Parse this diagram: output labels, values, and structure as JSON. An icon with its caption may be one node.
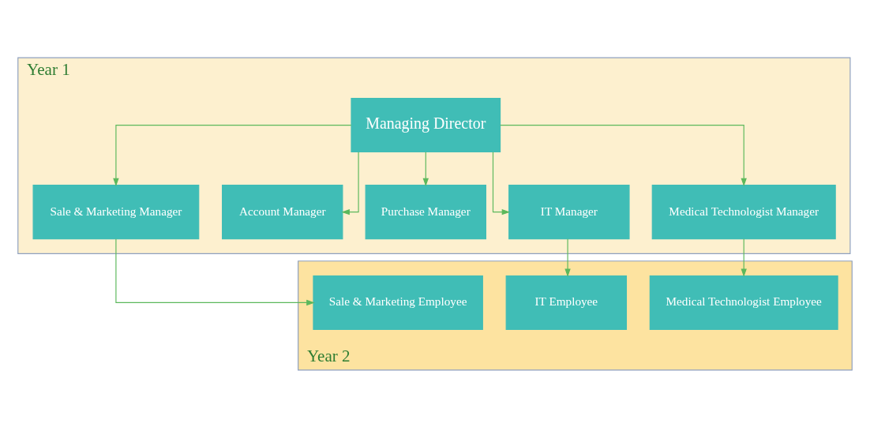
{
  "diagram": {
    "nodes": [
      {
        "text": [
          "Year 1"
        ]
      },
      {
        "text": [
          "Managing Director"
        ],
        "in": 0
      },
      {
        "text": [
          "Sale & Marketing Manager"
        ],
        "in": 0
      },
      {
        "text": [
          "Account Manager"
        ],
        "in": 0
      },
      {
        "text": [
          "Purchase Manager"
        ],
        "in": 0
      },
      {
        "text": [
          "IT Manager"
        ],
        "in": 0
      },
      {
        "text": [
          "Medical Technologist Manager"
        ],
        "in": 0
      },
      {
        "text": [
          "Year 2"
        ]
      },
      {
        "text": [
          "Sale & Marketing Employee"
        ],
        "in": 7
      },
      {
        "text": [
          "IT Employee"
        ],
        "in": 7
      },
      {
        "text": [
          "Medical Technologist Employee"
        ],
        "in": 7
      }
    ],
    "edges": [
      {
        "from": 1,
        "to": 2,
        "arrow": "to"
      },
      {
        "from": 1,
        "to": 3,
        "arrow": "to"
      },
      {
        "from": 1,
        "to": 4,
        "arrow": "to"
      },
      {
        "from": 1,
        "to": 5,
        "arrow": "to"
      },
      {
        "from": 1,
        "to": 6,
        "arrow": "to"
      },
      {
        "from": 2,
        "to": 8,
        "arrow": "to"
      },
      {
        "from": 5,
        "to": 9,
        "arrow": "to"
      },
      {
        "from": 6,
        "to": 10,
        "arrow": "to"
      }
    ]
  }
}
